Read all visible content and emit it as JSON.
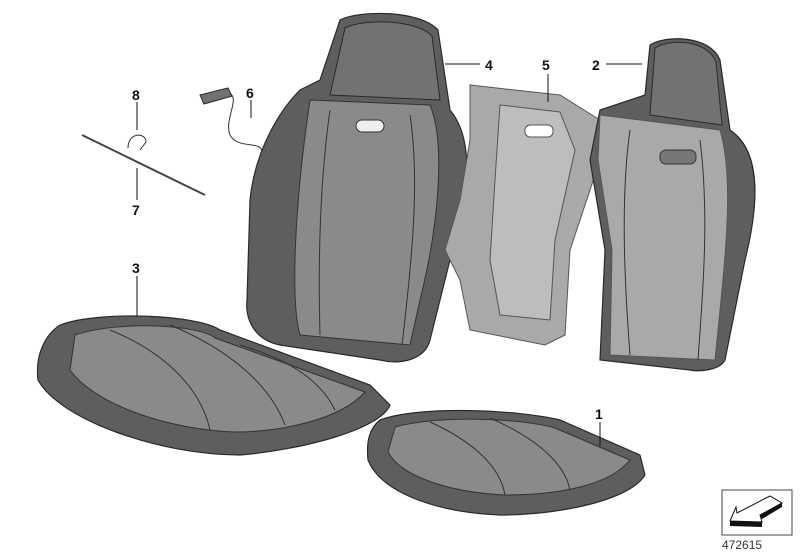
{
  "diagram": {
    "callouts": [
      {
        "number": "1",
        "part": "seat-cushion-cover-right"
      },
      {
        "number": "2",
        "part": "backrest-cover-rear"
      },
      {
        "number": "3",
        "part": "seat-cushion-cover-left"
      },
      {
        "number": "4",
        "part": "backrest-cover-front"
      },
      {
        "number": "5",
        "part": "foam-pad"
      },
      {
        "number": "6",
        "part": "cable-with-module"
      },
      {
        "number": "7",
        "part": "wire-rod"
      },
      {
        "number": "8",
        "part": "clip"
      }
    ],
    "diagram_number": "472615",
    "icon": "arrow-symbol-icon",
    "colors": {
      "upholstery": "#5e5e5e",
      "foam": "#a9a9a9",
      "lines": "#111111"
    }
  }
}
